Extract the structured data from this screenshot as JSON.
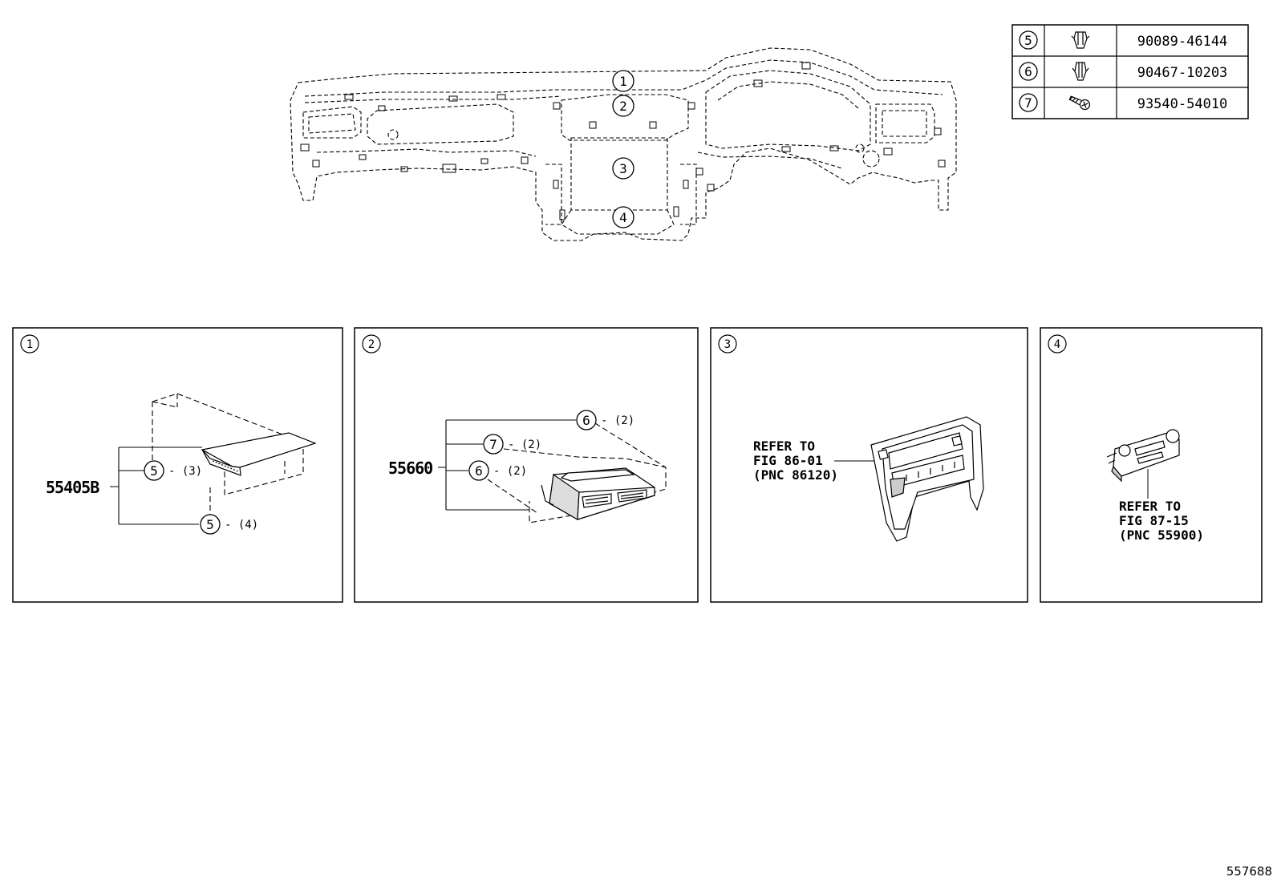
{
  "legend": [
    {
      "num": "5",
      "icon": "clip-icon",
      "part": "90089-46144"
    },
    {
      "num": "6",
      "icon": "clip-icon",
      "part": "90467-10203"
    },
    {
      "num": "7",
      "icon": "screw-icon",
      "part": "93540-54010"
    }
  ],
  "overview": {
    "callouts": [
      "1",
      "2",
      "3",
      "4"
    ]
  },
  "panels": [
    {
      "num": "1",
      "part": "55405B",
      "callouts": [
        {
          "num": "5",
          "qty": "- (3)"
        },
        {
          "num": "5",
          "qty": "- (4)"
        }
      ]
    },
    {
      "num": "2",
      "part": "55660",
      "callouts": [
        {
          "num": "6",
          "qty": "- (2)"
        },
        {
          "num": "7",
          "qty": "- (2)"
        },
        {
          "num": "6",
          "qty": "- (2)"
        }
      ]
    },
    {
      "num": "3",
      "ref_lines": [
        "REFER TO",
        "FIG 86-01",
        "(PNC 86120)"
      ]
    },
    {
      "num": "4",
      "ref_lines": [
        "REFER TO",
        "FIG 87-15",
        "(PNC 55900)"
      ]
    }
  ],
  "figure_id": "557688"
}
